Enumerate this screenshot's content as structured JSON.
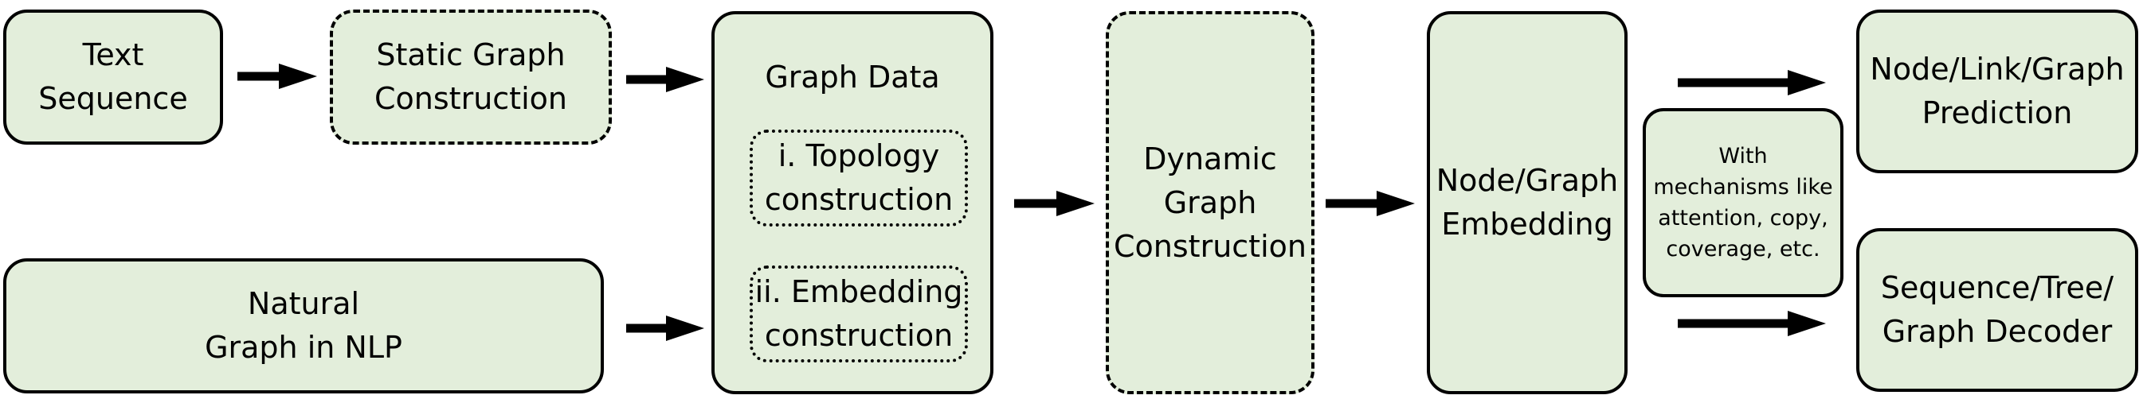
{
  "nodes": {
    "text_sequence": [
      "Text",
      "Sequence"
    ],
    "static_graph": [
      "Static Graph",
      "Construction"
    ],
    "natural_graph": [
      "Natural",
      "Graph in NLP"
    ],
    "graph_data": {
      "title": "Graph Data",
      "topology": [
        "i. Topology",
        "construction"
      ],
      "embedding": [
        "ii. Embedding",
        "construction"
      ]
    },
    "dynamic_graph": [
      "Dynamic",
      "Graph",
      "Construction"
    ],
    "node_graph_embedding": [
      "Node/Graph",
      "Embedding"
    ],
    "mechanisms": [
      "With",
      "mechanisms like",
      "attention, copy,",
      "coverage, etc."
    ],
    "prediction": [
      "Node/Link/Graph",
      "Prediction"
    ],
    "decoder": [
      "Sequence/Tree/",
      "Graph Decoder"
    ]
  },
  "colors": {
    "box_fill": "#e3eedb",
    "stroke": "#000000"
  }
}
